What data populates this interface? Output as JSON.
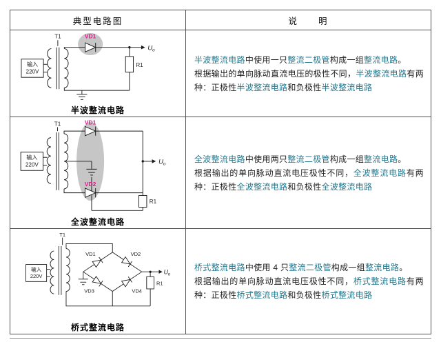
{
  "header": {
    "col1": "典型电路图",
    "col2": "说　　明"
  },
  "colors": {
    "highlight": "#26798f",
    "vd_label": "#e8148c",
    "ellipse": "#c6c6c6"
  },
  "rows": [
    {
      "caption": "半波整流电路",
      "labels": {
        "t1": "T1",
        "vd1": "VD1",
        "r1": "R1",
        "u": "U",
        "usub": "o",
        "in1": "输入",
        "in2": "220V"
      },
      "desc": [
        [
          {
            "t": "半波整流电路",
            "c": 1
          },
          {
            "t": "中使用一只"
          },
          {
            "t": "整流二极管",
            "c": 1
          },
          {
            "t": "构成一组"
          },
          {
            "t": "整流电路",
            "c": 1
          },
          {
            "t": "。"
          }
        ],
        [
          {
            "t": "根据输出的单向脉动直流电压的极性不同，"
          },
          {
            "t": "半波整流电路",
            "c": 1
          },
          {
            "t": "有两种：正极性"
          },
          {
            "t": "半波整流电路",
            "c": 1
          },
          {
            "t": "和负极性"
          },
          {
            "t": "半波整流电路",
            "c": 1
          }
        ]
      ]
    },
    {
      "caption": "全波整流电路",
      "labels": {
        "t1": "T1",
        "vd1": "VD1",
        "vd2": "VD2",
        "r1": "R1",
        "u": "U",
        "usub": "o",
        "in1": "输入",
        "in2": "220V"
      },
      "desc": [
        [
          {
            "t": "全波整流电路",
            "c": 1
          },
          {
            "t": "中使用两只"
          },
          {
            "t": "整流二极管",
            "c": 1
          },
          {
            "t": "构成一组"
          },
          {
            "t": "整流电路",
            "c": 1
          },
          {
            "t": "。"
          }
        ],
        [
          {
            "t": "根据输出的单向脉动直流电压极性不同，"
          },
          {
            "t": "全波整流电路",
            "c": 1
          },
          {
            "t": "有两种：正极性"
          },
          {
            "t": "全波整流电路",
            "c": 1
          },
          {
            "t": "和负极性"
          },
          {
            "t": "全波整流电路",
            "c": 1
          }
        ]
      ]
    },
    {
      "caption": "桥式整流电路",
      "labels": {
        "t1": "T1",
        "vd1": "VD1",
        "vd2": "VD2",
        "vd3": "VD3",
        "vd4": "VD4",
        "r1": "R1",
        "u": "U",
        "usub": "o",
        "in1": "输入",
        "in2": "220V"
      },
      "desc": [
        [
          {
            "t": "桥式整流电路",
            "c": 1
          },
          {
            "t": "中使用 4 只"
          },
          {
            "t": "整流二极管",
            "c": 1
          },
          {
            "t": "构成一组"
          },
          {
            "t": "整流电路",
            "c": 1
          },
          {
            "t": "。"
          }
        ],
        [
          {
            "t": "根据输出的单向脉动直流电压极性不同，"
          },
          {
            "t": "桥式整流电路",
            "c": 1
          },
          {
            "t": "有两种：正极性"
          },
          {
            "t": "桥式整流电路",
            "c": 1
          },
          {
            "t": "和负极性"
          },
          {
            "t": "桥式整流电路",
            "c": 1
          }
        ]
      ]
    }
  ]
}
